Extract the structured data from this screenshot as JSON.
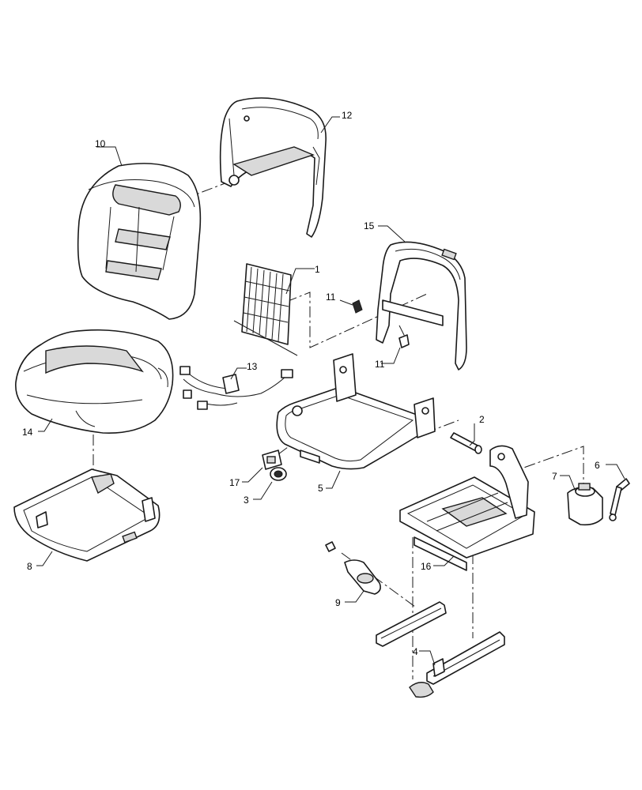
{
  "callouts": [
    {
      "id": "c1",
      "label": "1"
    },
    {
      "id": "c2",
      "label": "2"
    },
    {
      "id": "c3",
      "label": "3"
    },
    {
      "id": "c4",
      "label": "4"
    },
    {
      "id": "c5",
      "label": "5"
    },
    {
      "id": "c6",
      "label": "6"
    },
    {
      "id": "c7",
      "label": "7"
    },
    {
      "id": "c8",
      "label": "8"
    },
    {
      "id": "c9",
      "label": "9"
    },
    {
      "id": "c10",
      "label": "10"
    },
    {
      "id": "c11a",
      "label": "11"
    },
    {
      "id": "c11b",
      "label": "11"
    },
    {
      "id": "c12",
      "label": "12"
    },
    {
      "id": "c13",
      "label": "13"
    },
    {
      "id": "c14",
      "label": "14"
    },
    {
      "id": "c15",
      "label": "15"
    },
    {
      "id": "c16",
      "label": "16"
    },
    {
      "id": "c17",
      "label": "17"
    }
  ],
  "colors": {
    "line": "#1a1a1a",
    "fill": "#ffffff",
    "shade": "#d9d9d9",
    "background": "#ffffff"
  }
}
